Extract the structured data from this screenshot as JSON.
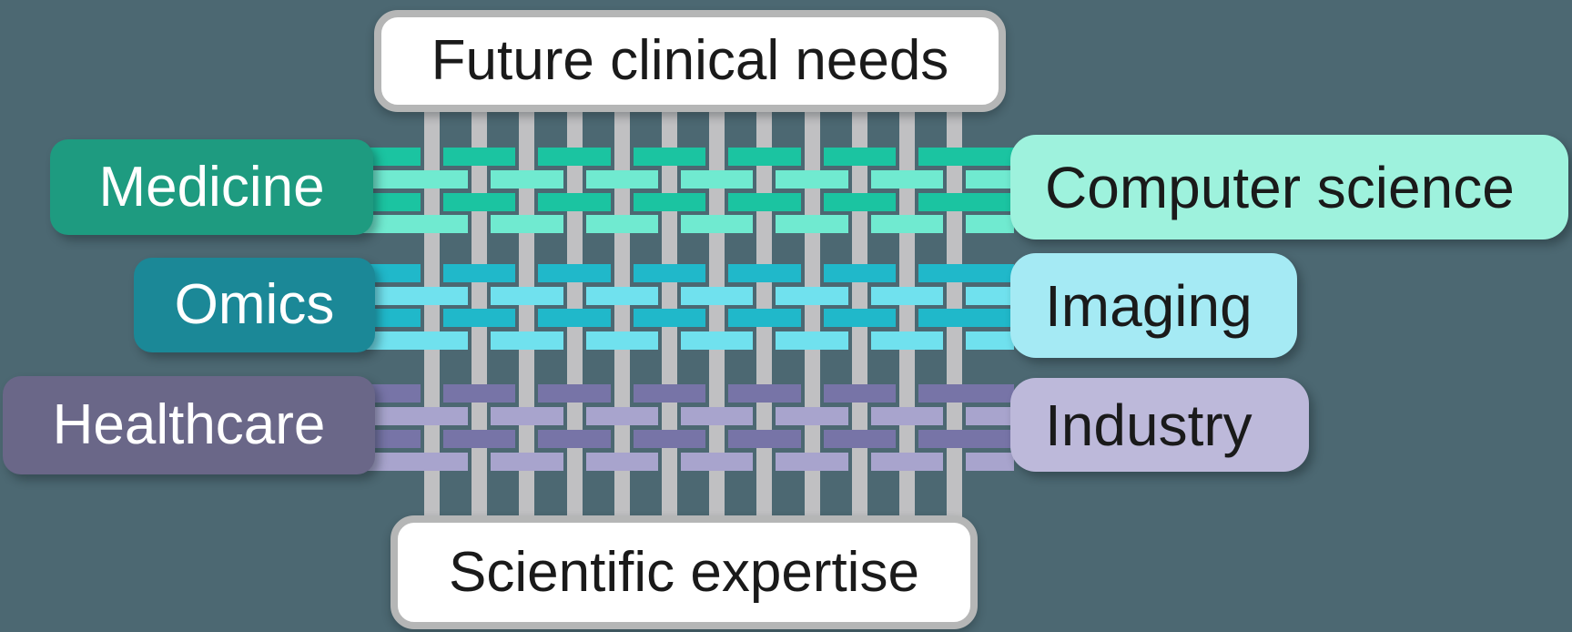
{
  "background_color": "#4c6872",
  "top_box": {
    "label": "Future clinical needs",
    "fill": "#ffffff",
    "border_color": "#b5b6b6",
    "text_color": "#1a1a1a"
  },
  "bottom_box": {
    "label": "Scientific expertise",
    "fill": "#ffffff",
    "border_color": "#b5b6b6",
    "text_color": "#1a1a1a"
  },
  "left_boxes": [
    {
      "id": "medicine",
      "label": "Medicine",
      "fill": "#1e9b80",
      "text_color": "#ffffff",
      "thread_dark": "#1bc4a1",
      "thread_light": "#70ead0"
    },
    {
      "id": "omics",
      "label": "Omics",
      "fill": "#1b8897",
      "text_color": "#ffffff",
      "thread_dark": "#20b8ca",
      "thread_light": "#70e1ee"
    },
    {
      "id": "healthcare",
      "label": "Healthcare",
      "fill": "#6a6788",
      "text_color": "#ffffff",
      "thread_dark": "#7774a7",
      "thread_light": "#a8a4cd"
    }
  ],
  "right_boxes": [
    {
      "id": "computer-science",
      "label": "Computer science",
      "fill": "#9ef2dd",
      "text_color": "#1a1a1a"
    },
    {
      "id": "imaging",
      "label": "Imaging",
      "fill": "#a5eaf4",
      "text_color": "#1a1a1a"
    },
    {
      "id": "industry",
      "label": "Industry",
      "fill": "#bdb9da",
      "text_color": "#1a1a1a"
    }
  ],
  "weave": {
    "vertical_thread_color": "#c0c0c2",
    "vertical_thread_count": 12,
    "horizontal_rows_per_group": 4
  }
}
